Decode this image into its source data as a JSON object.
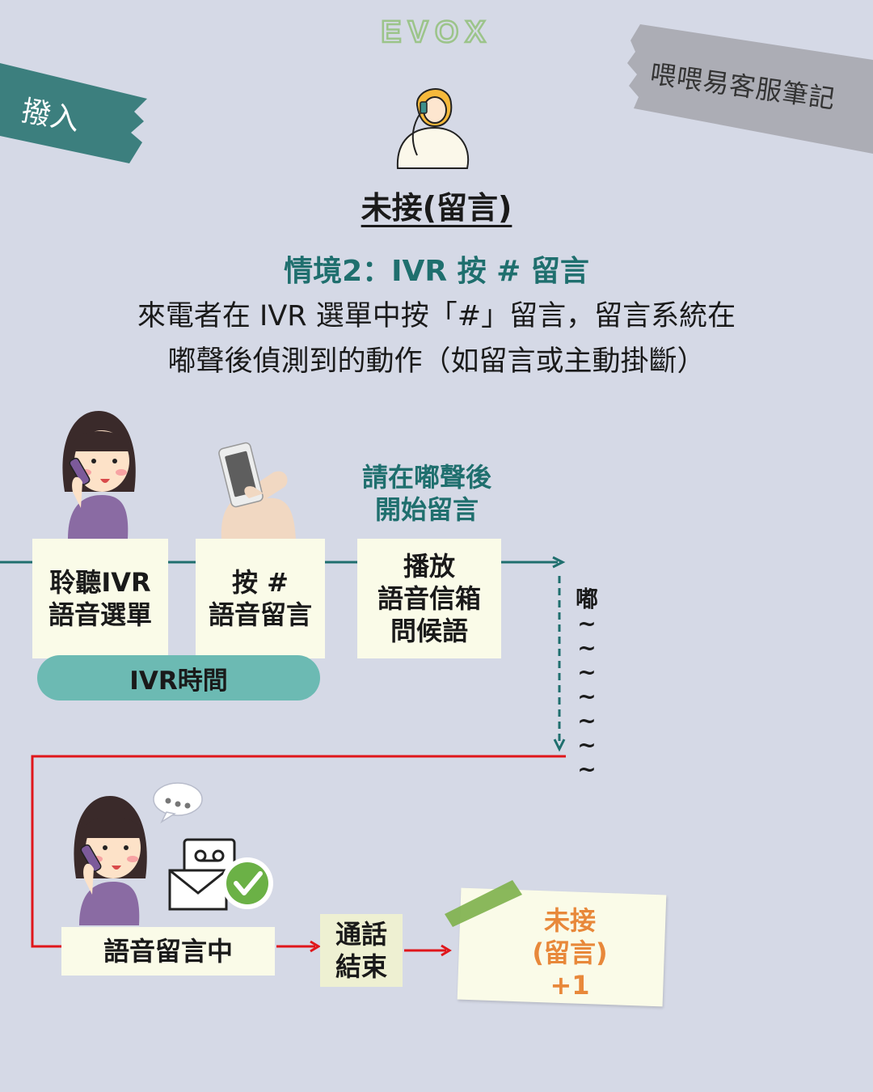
{
  "brand": {
    "logo_text": "EVOX"
  },
  "header": {
    "left_tag": "撥入",
    "right_tag": "喂喂易客服筆記"
  },
  "title": "未接(留言)",
  "scenario": "情境2：IVR 按 # 留言",
  "description": [
    "來電者在 IVR 選單中按「#」留言，留言系統在",
    "嘟聲後偵測到的動作（如留言或主動掛斷）"
  ],
  "flow": {
    "steps": [
      {
        "label": "聆聽IVR\n語音選單"
      },
      {
        "label": "按 #\n語音留言"
      },
      {
        "label": "播放\n語音信箱\n問候語"
      }
    ],
    "ivr_label": "IVR時間",
    "prompt": "請在嘟聲後\n開始留言",
    "beep": "嘟\n~\n~\n~\n~\n~\n~\n~"
  },
  "result": {
    "recording": "語音留言中",
    "call_end": "通話\n結束",
    "outcome": "未接\n(留言)\n+1"
  },
  "colors": {
    "background": "#d5d9e6",
    "teal": "#1f6f6e",
    "pill": "#6cbab3",
    "red_line": "#e0161b",
    "orange": "#e8883a",
    "box": "#fafbe8"
  }
}
